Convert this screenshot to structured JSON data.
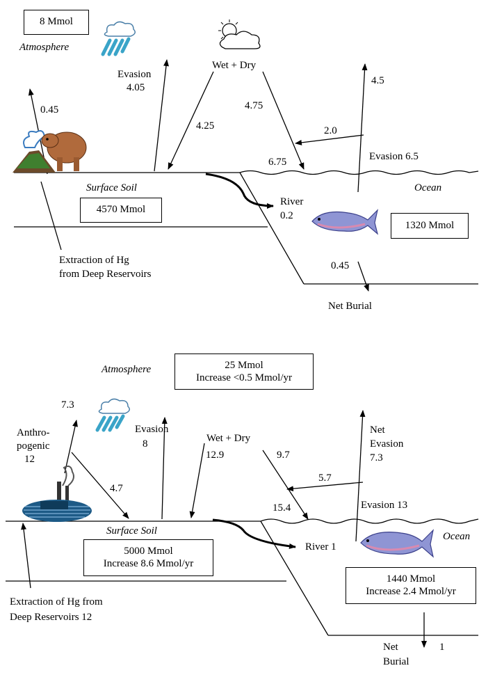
{
  "top": {
    "atm_box": "8 Mmol",
    "atm_label": "Atmosphere",
    "evasion_label": "Evasion",
    "evasion_value": "4.05",
    "wet_dry": "Wet + Dry",
    "v_045_top": "0.45",
    "v_425": "4.25",
    "v_475": "4.75",
    "v_45": "4.5",
    "v_20": "2.0",
    "ocean_evasion": "Evasion  6.5",
    "v_675": "6.75",
    "surface_soil": "Surface Soil",
    "ocean_label": "Ocean",
    "soil_box": "4570 Mmol",
    "river_label": "River",
    "river_value": "0.2",
    "ocean_box": "1320 Mmol",
    "extraction_1": "Extraction of Hg",
    "extraction_2": "from Deep Reservoirs",
    "v_045_burial": "0.45",
    "net_burial": "Net Burial"
  },
  "bottom": {
    "atm_label": "Atmosphere",
    "atm_box_1": "25 Mmol",
    "atm_box_2": "Increase <0.5 Mmol/yr",
    "v_73_left": "7.3",
    "anthro_1": "Anthro-",
    "anthro_2": "pogenic",
    "anthro_3": "12",
    "evasion_label": "Evasion",
    "evasion_value": "8",
    "wet_dry": "Wet + Dry",
    "v_129": "12.9",
    "v_97": "9.7",
    "net_evasion_1": "Net",
    "net_evasion_2": "Evasion",
    "net_evasion_3": "7.3",
    "v_47": "4.7",
    "v_57": "5.7",
    "v_154": "15.4",
    "ocean_evasion": "Evasion 13",
    "surface_soil": "Surface Soil",
    "ocean_label": "Ocean",
    "soil_box_1": "5000 Mmol",
    "soil_box_2": "Increase 8.6 Mmol/yr",
    "river": "River 1",
    "ocean_box_1": "1440 Mmol",
    "ocean_box_2": "Increase 2.4 Mmol/yr",
    "extraction_1": "Extraction of Hg from",
    "extraction_2": "Deep Reservoirs  12",
    "net_burial_1": "Net",
    "net_burial_2": "Burial",
    "burial_value": "1"
  },
  "icons": [
    "rain-cloud-icon",
    "sun-cloud-icon",
    "volcano-bear-icon",
    "fish-icon",
    "factory-icon"
  ]
}
